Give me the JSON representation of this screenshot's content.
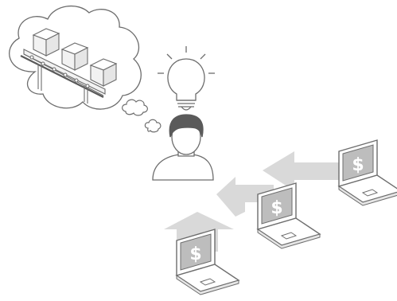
{
  "palette": {
    "outline": "#6d6d6d",
    "dark": "#5a5a5a",
    "screen_fill": "#bdbdbd",
    "arrow_fill": "#d9d9d9",
    "box_fill": "#f2f2f2",
    "glyph_fill": "#ffffff"
  },
  "laptops": [
    {
      "id": "laptop-1",
      "screen_glyph": "$"
    },
    {
      "id": "laptop-2",
      "screen_glyph": "$"
    },
    {
      "id": "laptop-3",
      "screen_glyph": "$"
    }
  ],
  "icons": [
    "thought-cloud-icon",
    "conveyor-belt-icon",
    "box-icon",
    "lightbulb-icon",
    "person-icon",
    "laptop-icon",
    "arrow-icon",
    "dollar-sign-icon"
  ]
}
